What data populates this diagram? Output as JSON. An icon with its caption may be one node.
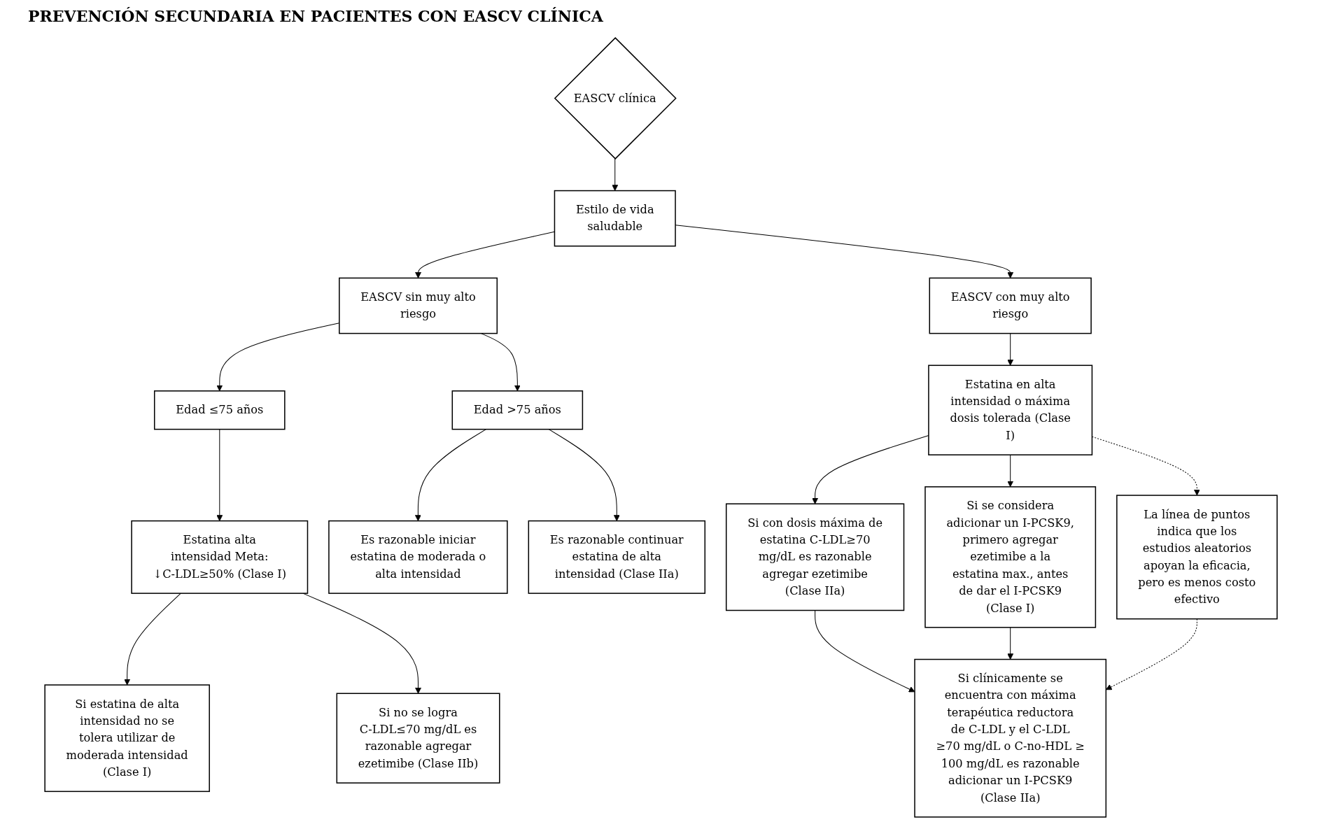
{
  "diagram": {
    "title": "PREVENCIÓN SECUNDARIA EN PACIENTES CON EASCV CLÍNICA",
    "nodes": [
      {
        "text": [
          "EASCV clínica"
        ]
      },
      {
        "text": [
          "Estilo de vida saludable"
        ]
      },
      {
        "text": [
          "EASCV sin muy alto riesgo"
        ]
      },
      {
        "text": [
          "EASCV con muy alto riesgo"
        ]
      },
      {
        "text": [
          "Edad ≤75 años"
        ]
      },
      {
        "text": [
          "Edad >75 años"
        ]
      },
      {
        "text": [
          "Estatina alta intensidad Meta: ↓C-LDL≥50% (Clase I)"
        ]
      },
      {
        "text": [
          "Si estatina de alta intensidad no se tolera utilizar de moderada intensidad (Clase I)"
        ]
      },
      {
        "text": [
          "Si no se logra C-LDL≤70 mg/dL es razonable agregar ezetimibe (Clase IIb)"
        ]
      },
      {
        "text": [
          "Es razonable iniciar estatina de moderada o alta intensidad"
        ]
      },
      {
        "text": [
          "Es razonable continuar estatina de alta intensidad (Clase IIa)"
        ]
      },
      {
        "text": [
          "Estatina en alta intensidad o máxima dosis tolerada (Clase I)"
        ]
      },
      {
        "text": [
          "Si con dosis máxima de estatina C-LDL≥70 mg/dL es razonable agregar ezetimibe (Clase IIa)"
        ]
      },
      {
        "text": [
          "Si se considera adicionar un I-PCSK9, primero agregar ezetimibe a la estatina max., antes de dar el I-PCSK9 (Clase I)"
        ]
      },
      {
        "text": [
          "La línea de puntos indica que los estudios aleatorios apoyan la eficacia, pero es menos costo efectivo"
        ]
      },
      {
        "text": [
          "Si clínicamente se encuentra con máxima terapéutica reductora de C-LDL y el C-LDL ≥70 mg/dL o C-no-HDL ≥ 100 mg/dL es razonable adicionar un I-PCSK9 (Clase IIa)"
        ]
      }
    ],
    "edges": [
      {
        "from": 0,
        "to": 1,
        "arrow": "to"
      },
      {
        "from": 1,
        "to": 2,
        "arrow": "to"
      },
      {
        "from": 1,
        "to": 3,
        "arrow": "to"
      },
      {
        "from": 2,
        "to": 4,
        "arrow": "to"
      },
      {
        "from": 2,
        "to": 5,
        "arrow": "to"
      },
      {
        "from": 4,
        "to": 6,
        "arrow": "to"
      },
      {
        "from": 6,
        "to": 7,
        "arrow": "to"
      },
      {
        "from": 6,
        "to": 8,
        "arrow": "to"
      },
      {
        "from": 5,
        "to": 9,
        "arrow": "to"
      },
      {
        "from": 5,
        "to": 10,
        "arrow": "to"
      },
      {
        "from": 3,
        "to": 11,
        "arrow": "to"
      },
      {
        "from": 11,
        "to": 12,
        "arrow": "to"
      },
      {
        "from": 11,
        "to": 13,
        "arrow": "to"
      },
      {
        "from": 11,
        "to": 14,
        "arrow": "to",
        "style": "dashed"
      },
      {
        "from": 12,
        "to": 15,
        "arrow": "to"
      },
      {
        "from": 13,
        "to": 15,
        "arrow": "to"
      },
      {
        "from": 14,
        "to": 15,
        "arrow": "to",
        "style": "dashed"
      }
    ]
  }
}
